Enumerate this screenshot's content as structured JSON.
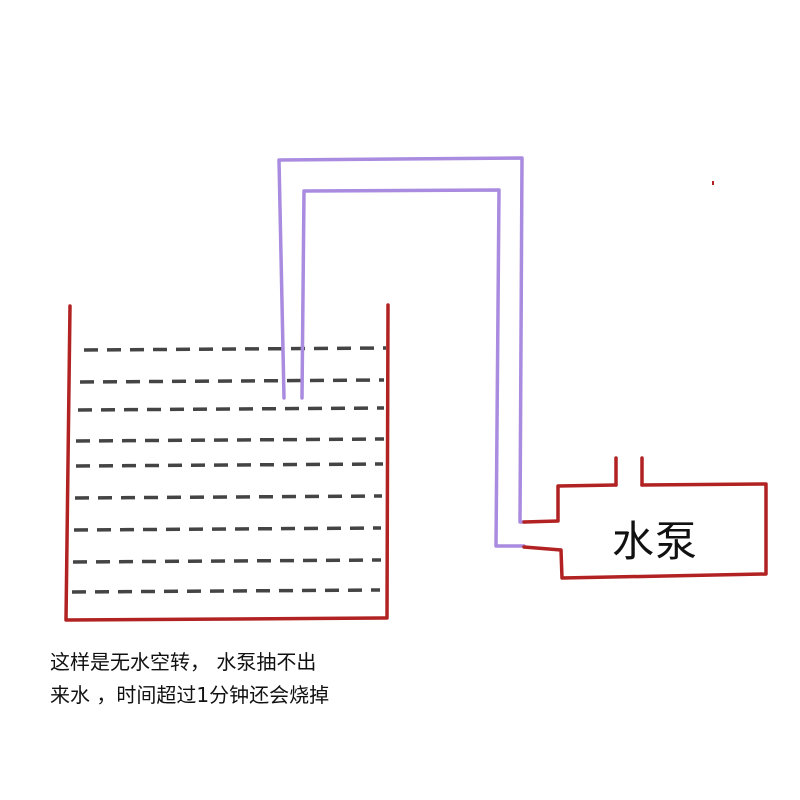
{
  "diagram": {
    "pump_label": "水泵",
    "caption_lines": [
      "这样是无水空转， 水泵抽不出",
      "来水 ，时间超过1分钟还会烧掉"
    ]
  },
  "colors": {
    "tank": "#b22222",
    "pipe": "#a98be0",
    "water": "#444444",
    "pump": "#b22222"
  }
}
